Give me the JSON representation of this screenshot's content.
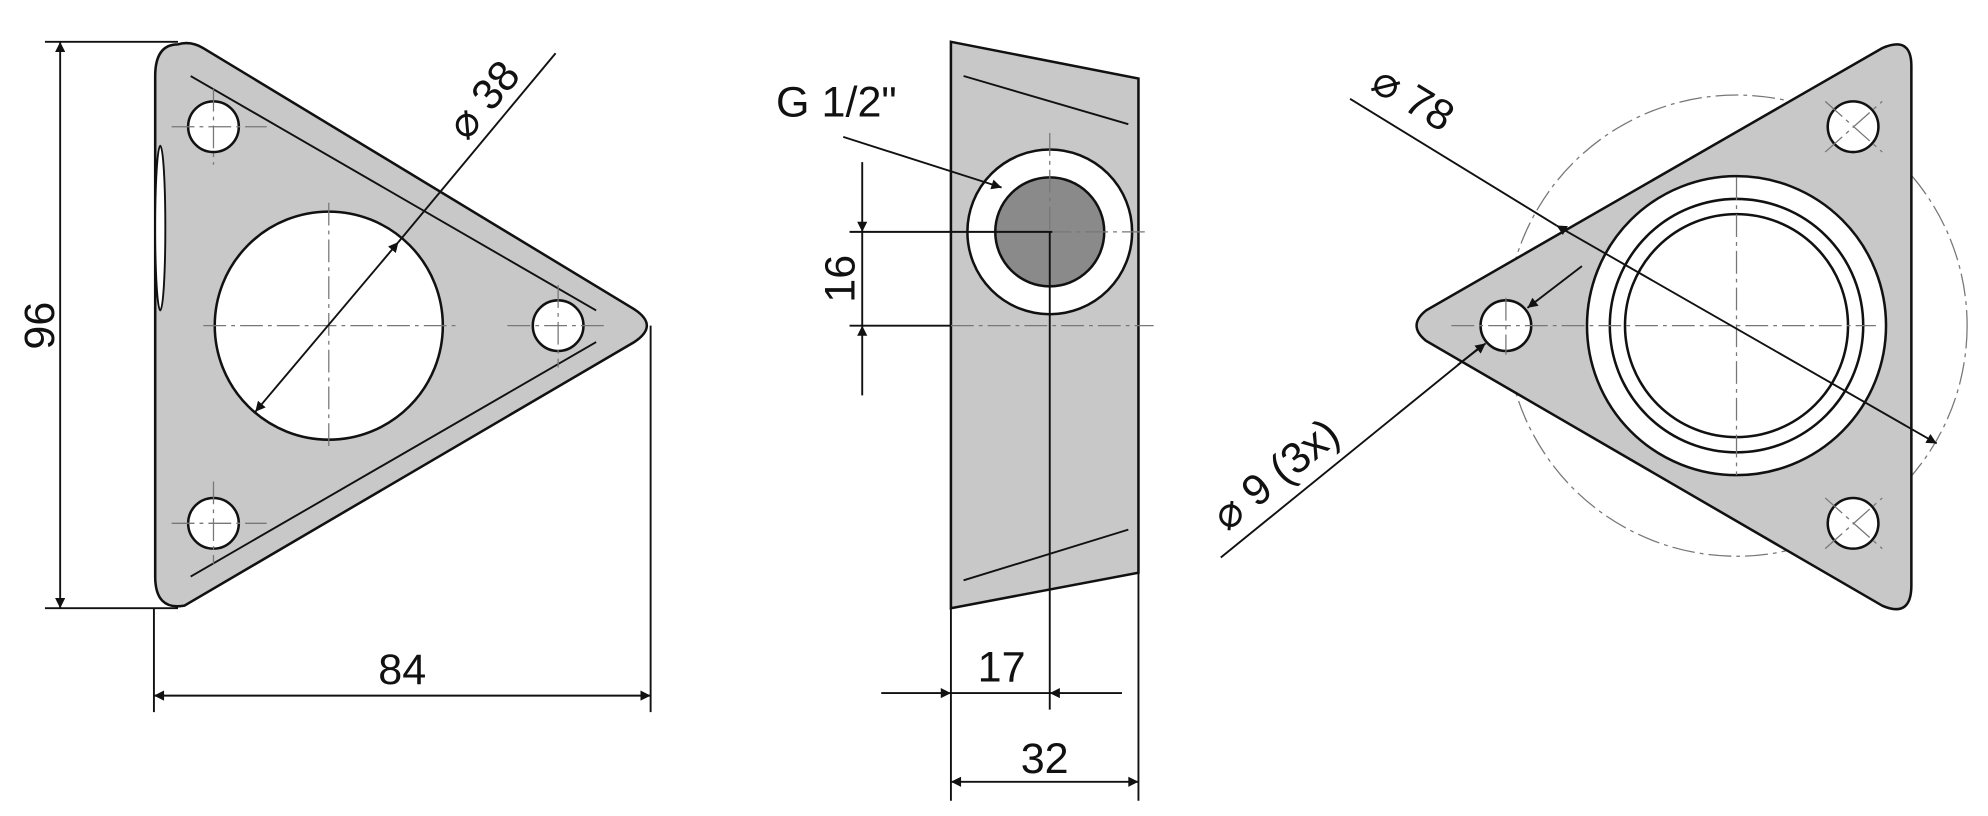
{
  "title": "Triangular flange technical drawing",
  "dimensions": {
    "height": "96",
    "width": "84",
    "bore_diameter": "⌀ 38",
    "thread": "G 1/2\"",
    "thread_offset": "16",
    "thread_depth": "17",
    "thickness": "32",
    "bolt_circle": "⌀ 78",
    "bolt_holes": "⌀ 9  (3x)"
  },
  "colors": {
    "part_fill": "#c8c8c8",
    "line": "#111111"
  }
}
